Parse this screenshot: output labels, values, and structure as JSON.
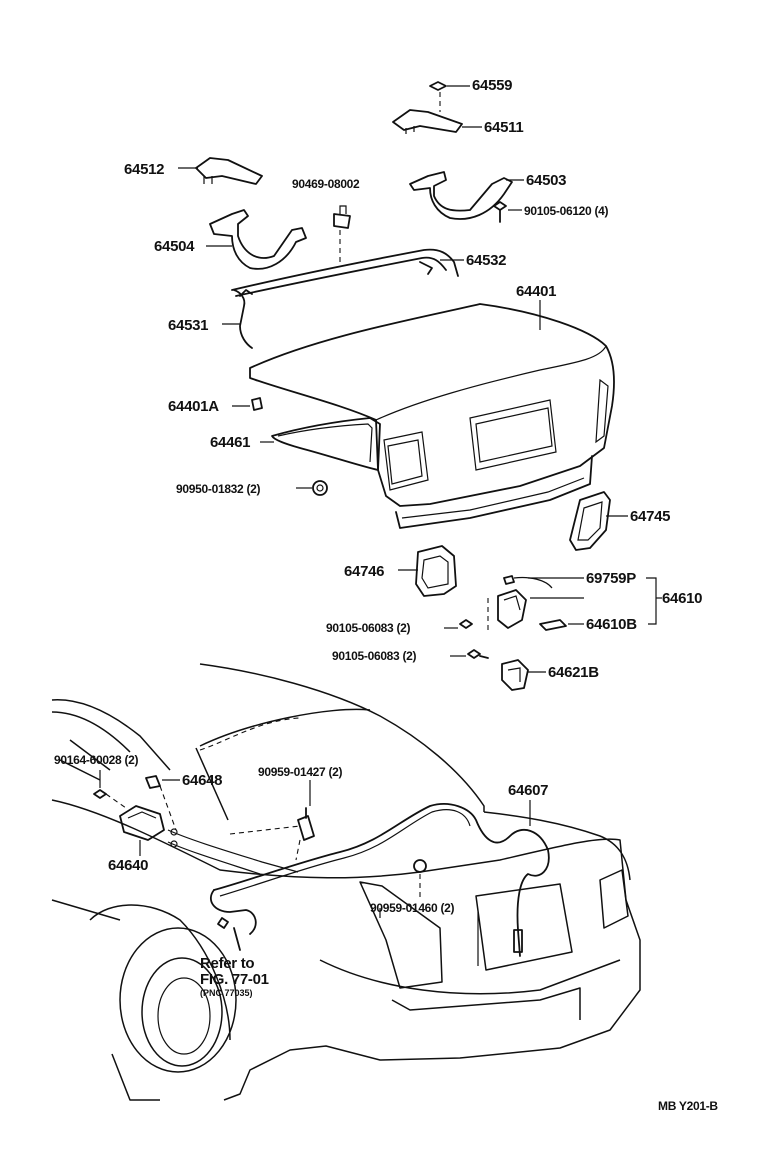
{
  "labels": {
    "p64559": "64559",
    "p64511": "64511",
    "p64512": "64512",
    "p90469": "90469-08002",
    "p64503": "64503",
    "p90105_06120": "90105-06120 (4)",
    "p64504": "64504",
    "p64532": "64532",
    "p64401": "64401",
    "p64531": "64531",
    "p64401A": "64401A",
    "p64461": "64461",
    "p90950": "90950-01832 (2)",
    "p64745": "64745",
    "p64746": "64746",
    "p69759P": "69759P",
    "p64610": "64610",
    "p90105_06083a": "90105-06083 (2)",
    "p64610B": "64610B",
    "p90105_06083b": "90105-06083 (2)",
    "p64621B": "64621B",
    "p90164": "90164-60028 (2)",
    "p64648": "64648",
    "p90959_01427": "90959-01427 (2)",
    "p64607": "64607",
    "p64640": "64640",
    "p90959_01460": "90959-01460 (2)",
    "refer_line1": "Refer to",
    "refer_line2": "FIG. 77-01",
    "refer_line3": "(PNC 77035)",
    "figure_code": "MB Y201-B"
  }
}
